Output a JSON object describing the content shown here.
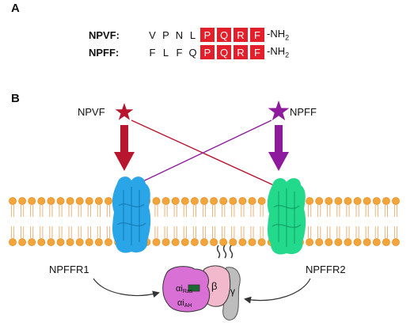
{
  "panel_a": {
    "label": "A",
    "rows": [
      {
        "name": "NPVF:",
        "plain": [
          "V",
          "P",
          "N",
          "L"
        ],
        "boxed": [
          "P",
          "Q",
          "R",
          "F"
        ],
        "tail": "-NH",
        "tail_sub": "2"
      },
      {
        "name": "NPFF:",
        "plain": [
          "F",
          "L",
          "F",
          "Q"
        ],
        "boxed": [
          "P",
          "Q",
          "R",
          "F"
        ],
        "tail": "-NH",
        "tail_sub": "2"
      }
    ]
  },
  "panel_b": {
    "label": "B",
    "ligand_left": "NPVF",
    "ligand_right": "NPFF",
    "receptor_left": "NPFFR1",
    "receptor_right": "NPFFR2",
    "g_alpha_ras": "αi",
    "g_alpha_ras_sub": "Ras",
    "g_alpha_ah": "αi",
    "g_alpha_ah_sub": "AH",
    "g_beta": "β",
    "g_gamma": "γ"
  },
  "colors": {
    "npvf": "#b8162e",
    "npff": "#8e1a9e",
    "highlight": "#e21f2a",
    "receptor1": "#2aa6e8",
    "receptor2": "#23d98c",
    "lipid_head": "#f3a53c",
    "g_alpha": "#d970d6",
    "g_beta": "#f2b8cc",
    "g_gamma": "#bdbdbd"
  }
}
